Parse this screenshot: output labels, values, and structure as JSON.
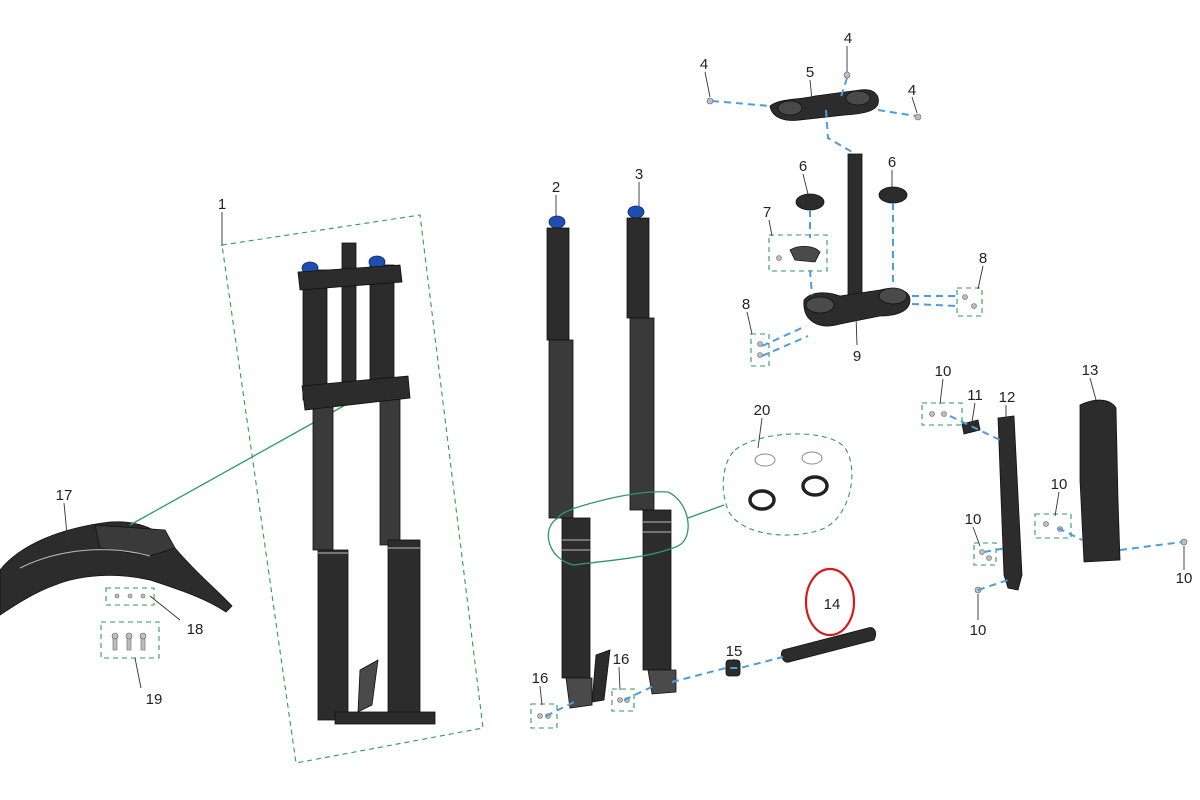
{
  "callouts": {
    "c1": "1",
    "c2": "2",
    "c3": "3",
    "c4a": "4",
    "c4b": "4",
    "c4c": "4",
    "c5": "5",
    "c6a": "6",
    "c6b": "6",
    "c7": "7",
    "c8a": "8",
    "c8b": "8",
    "c9": "9",
    "c10a": "10",
    "c10b": "10",
    "c10c": "10",
    "c10d": "10",
    "c10e": "10",
    "c11": "11",
    "c12": "12",
    "c13": "13",
    "c14": "14",
    "c15": "15",
    "c16a": "16",
    "c16b": "16",
    "c17": "17",
    "c18": "18",
    "c19": "19",
    "c20": "20"
  },
  "highlight": {
    "part": "14",
    "color": "#d61a1a"
  },
  "colors": {
    "part_body": "#2c2c2c",
    "fork_cap": "#1e4fb0",
    "group_outline": "#2e9a62",
    "assembly_line": "#4a9ede"
  }
}
